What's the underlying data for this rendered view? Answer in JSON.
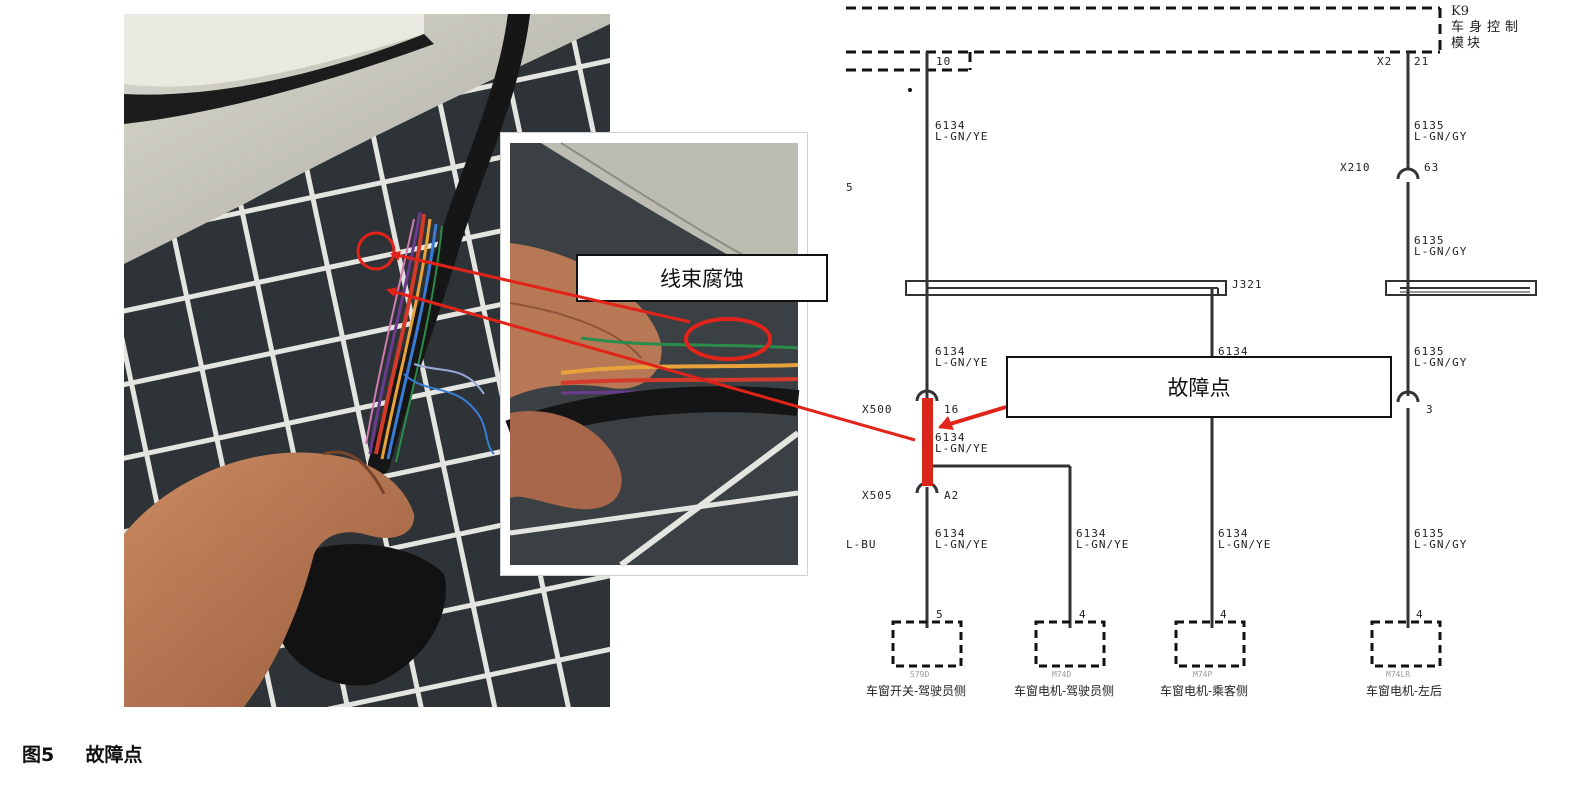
{
  "figure": {
    "caption_number": "图5",
    "caption_text": "故障点"
  },
  "photo": {
    "callout_label": "线束腐蚀"
  },
  "schematic": {
    "module": {
      "id": "K9",
      "name_line1": "车身控制",
      "name_line2": "模块"
    },
    "pins": {
      "k9_left": "10",
      "k9_right_conn": "X2",
      "k9_right_pin": "21"
    },
    "wires": {
      "w6134": "6134",
      "w6135": "6135",
      "lgnye": "L-GN/YE",
      "lgngy": "L-GN/GY",
      "partial_left": "5",
      "partial_lbu": "L-BU"
    },
    "connectors": {
      "x210": "X210",
      "x210_pin": "63",
      "j321": "J321",
      "x500": "X500",
      "x500_pin": "16",
      "x500_right_pin": "3",
      "x505": "X505",
      "x505_pin": "A2"
    },
    "fault_label": "故障点",
    "components": [
      {
        "pin": "5",
        "code": "S79D",
        "name": "车窗开关-驾驶员侧"
      },
      {
        "pin": "4",
        "code": "M74D",
        "name": "车窗电机-驾驶员侧"
      },
      {
        "pin": "4",
        "code": "M74P",
        "name": "车窗电机-乘客侧"
      },
      {
        "pin": "4",
        "code": "M74LR",
        "name": "车窗电机-左后"
      }
    ]
  },
  "colors": {
    "fault_red": "#d8261d",
    "callout_circle": "#e2231a"
  }
}
